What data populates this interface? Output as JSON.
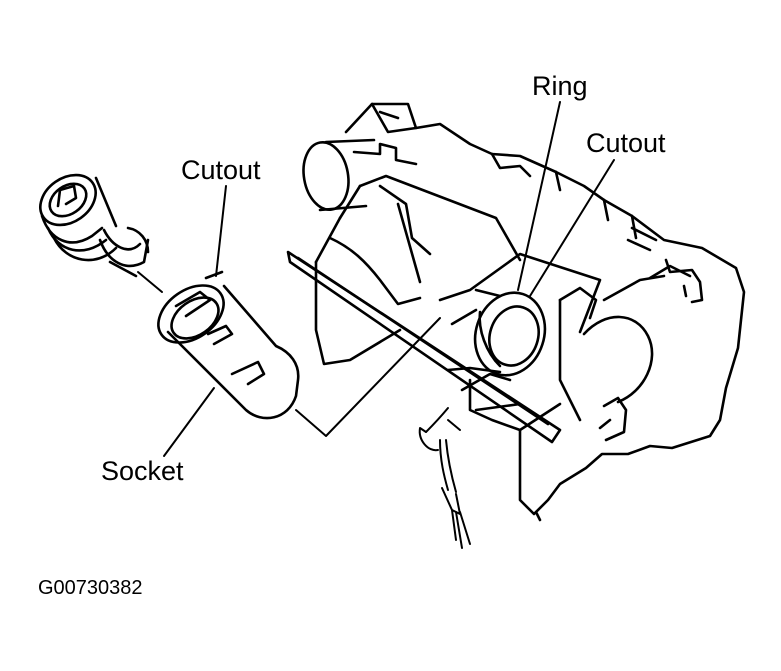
{
  "labels": {
    "ring": "Ring",
    "cutout_right": "Cutout",
    "cutout_left": "Cutout",
    "socket": "Socket"
  },
  "figure_code": "G00730382",
  "colors": {
    "ink": "#000000",
    "paper": "#ffffff"
  }
}
